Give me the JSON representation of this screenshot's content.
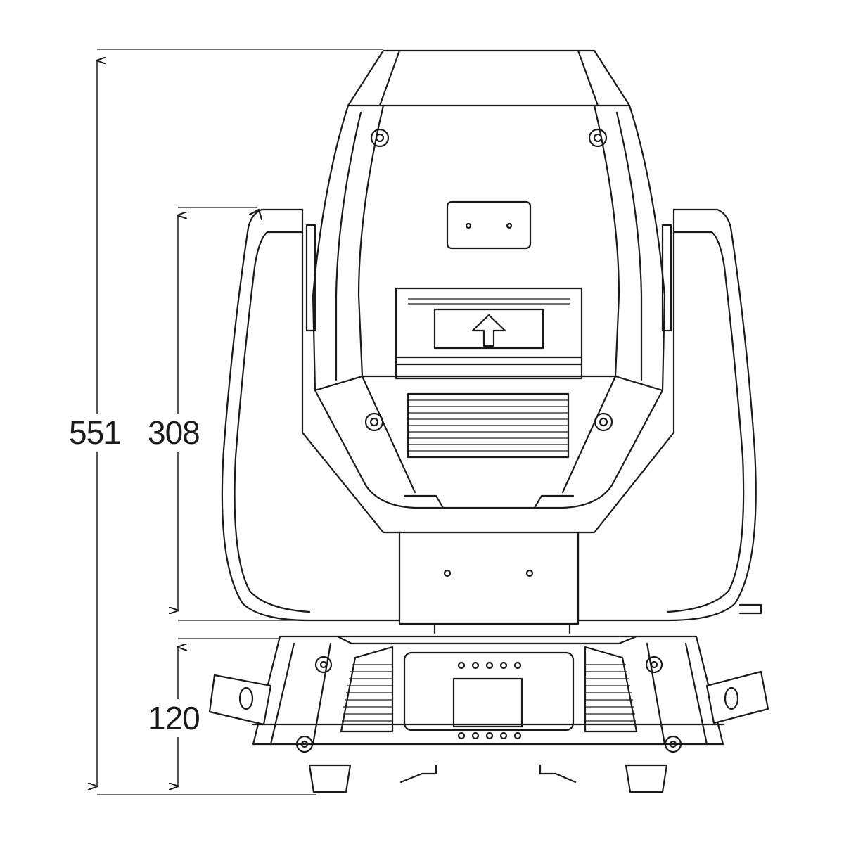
{
  "dimensions": {
    "overall_height": "551",
    "head_height": "308",
    "base_height": "120"
  }
}
